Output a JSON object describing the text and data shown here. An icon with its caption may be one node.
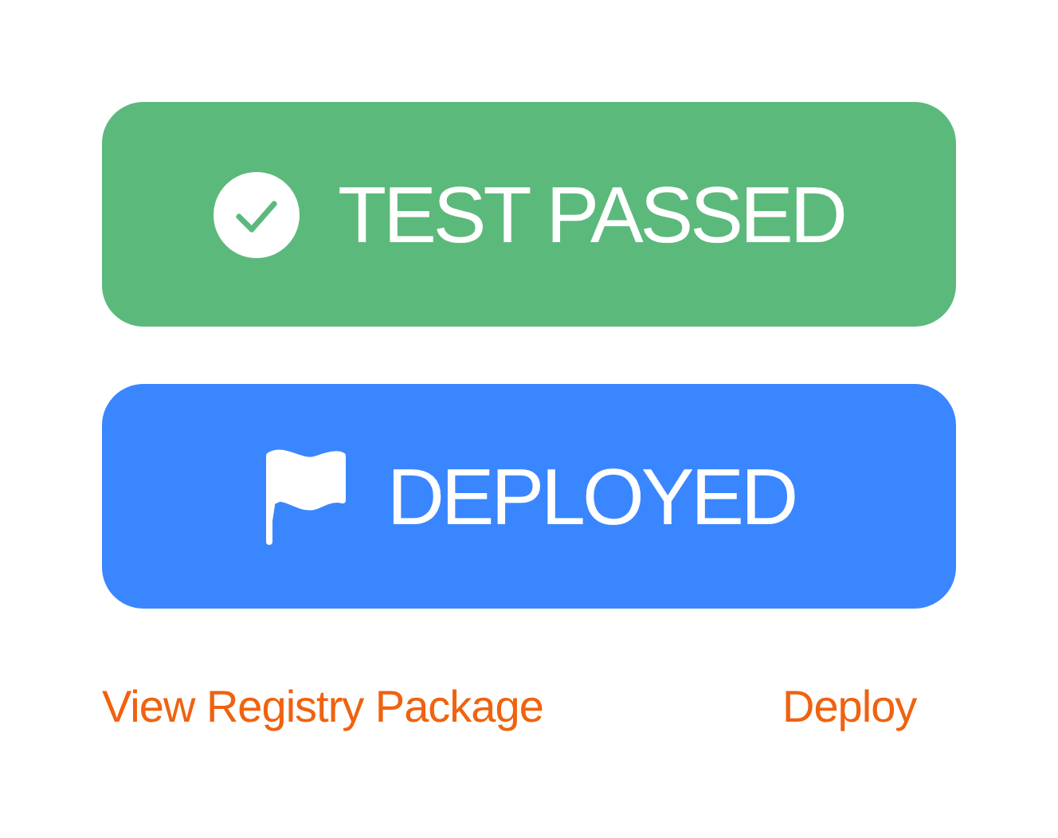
{
  "diagram": {
    "nodes": [
      {
        "text": [
          "TEST PASSED"
        ]
      },
      {
        "text": [
          "DEPLOYED"
        ]
      }
    ],
    "labels": [
      "View Registry Package",
      "Deploy"
    ]
  }
}
